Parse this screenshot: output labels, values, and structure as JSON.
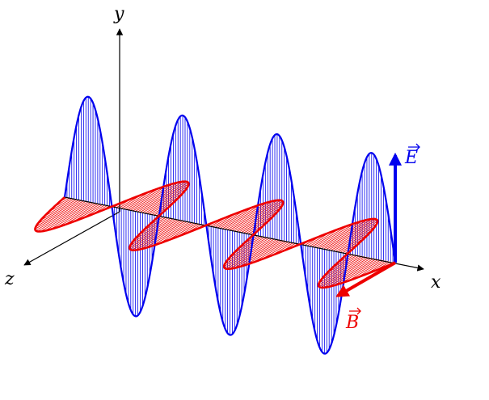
{
  "axes": {
    "x_label": "x",
    "y_label": "y",
    "z_label": "z"
  },
  "vectors": {
    "e_label": "E",
    "b_label": "B"
  },
  "colors": {
    "electric": "#0000ee",
    "magnetic": "#ee0000",
    "axis": "#000000"
  }
}
